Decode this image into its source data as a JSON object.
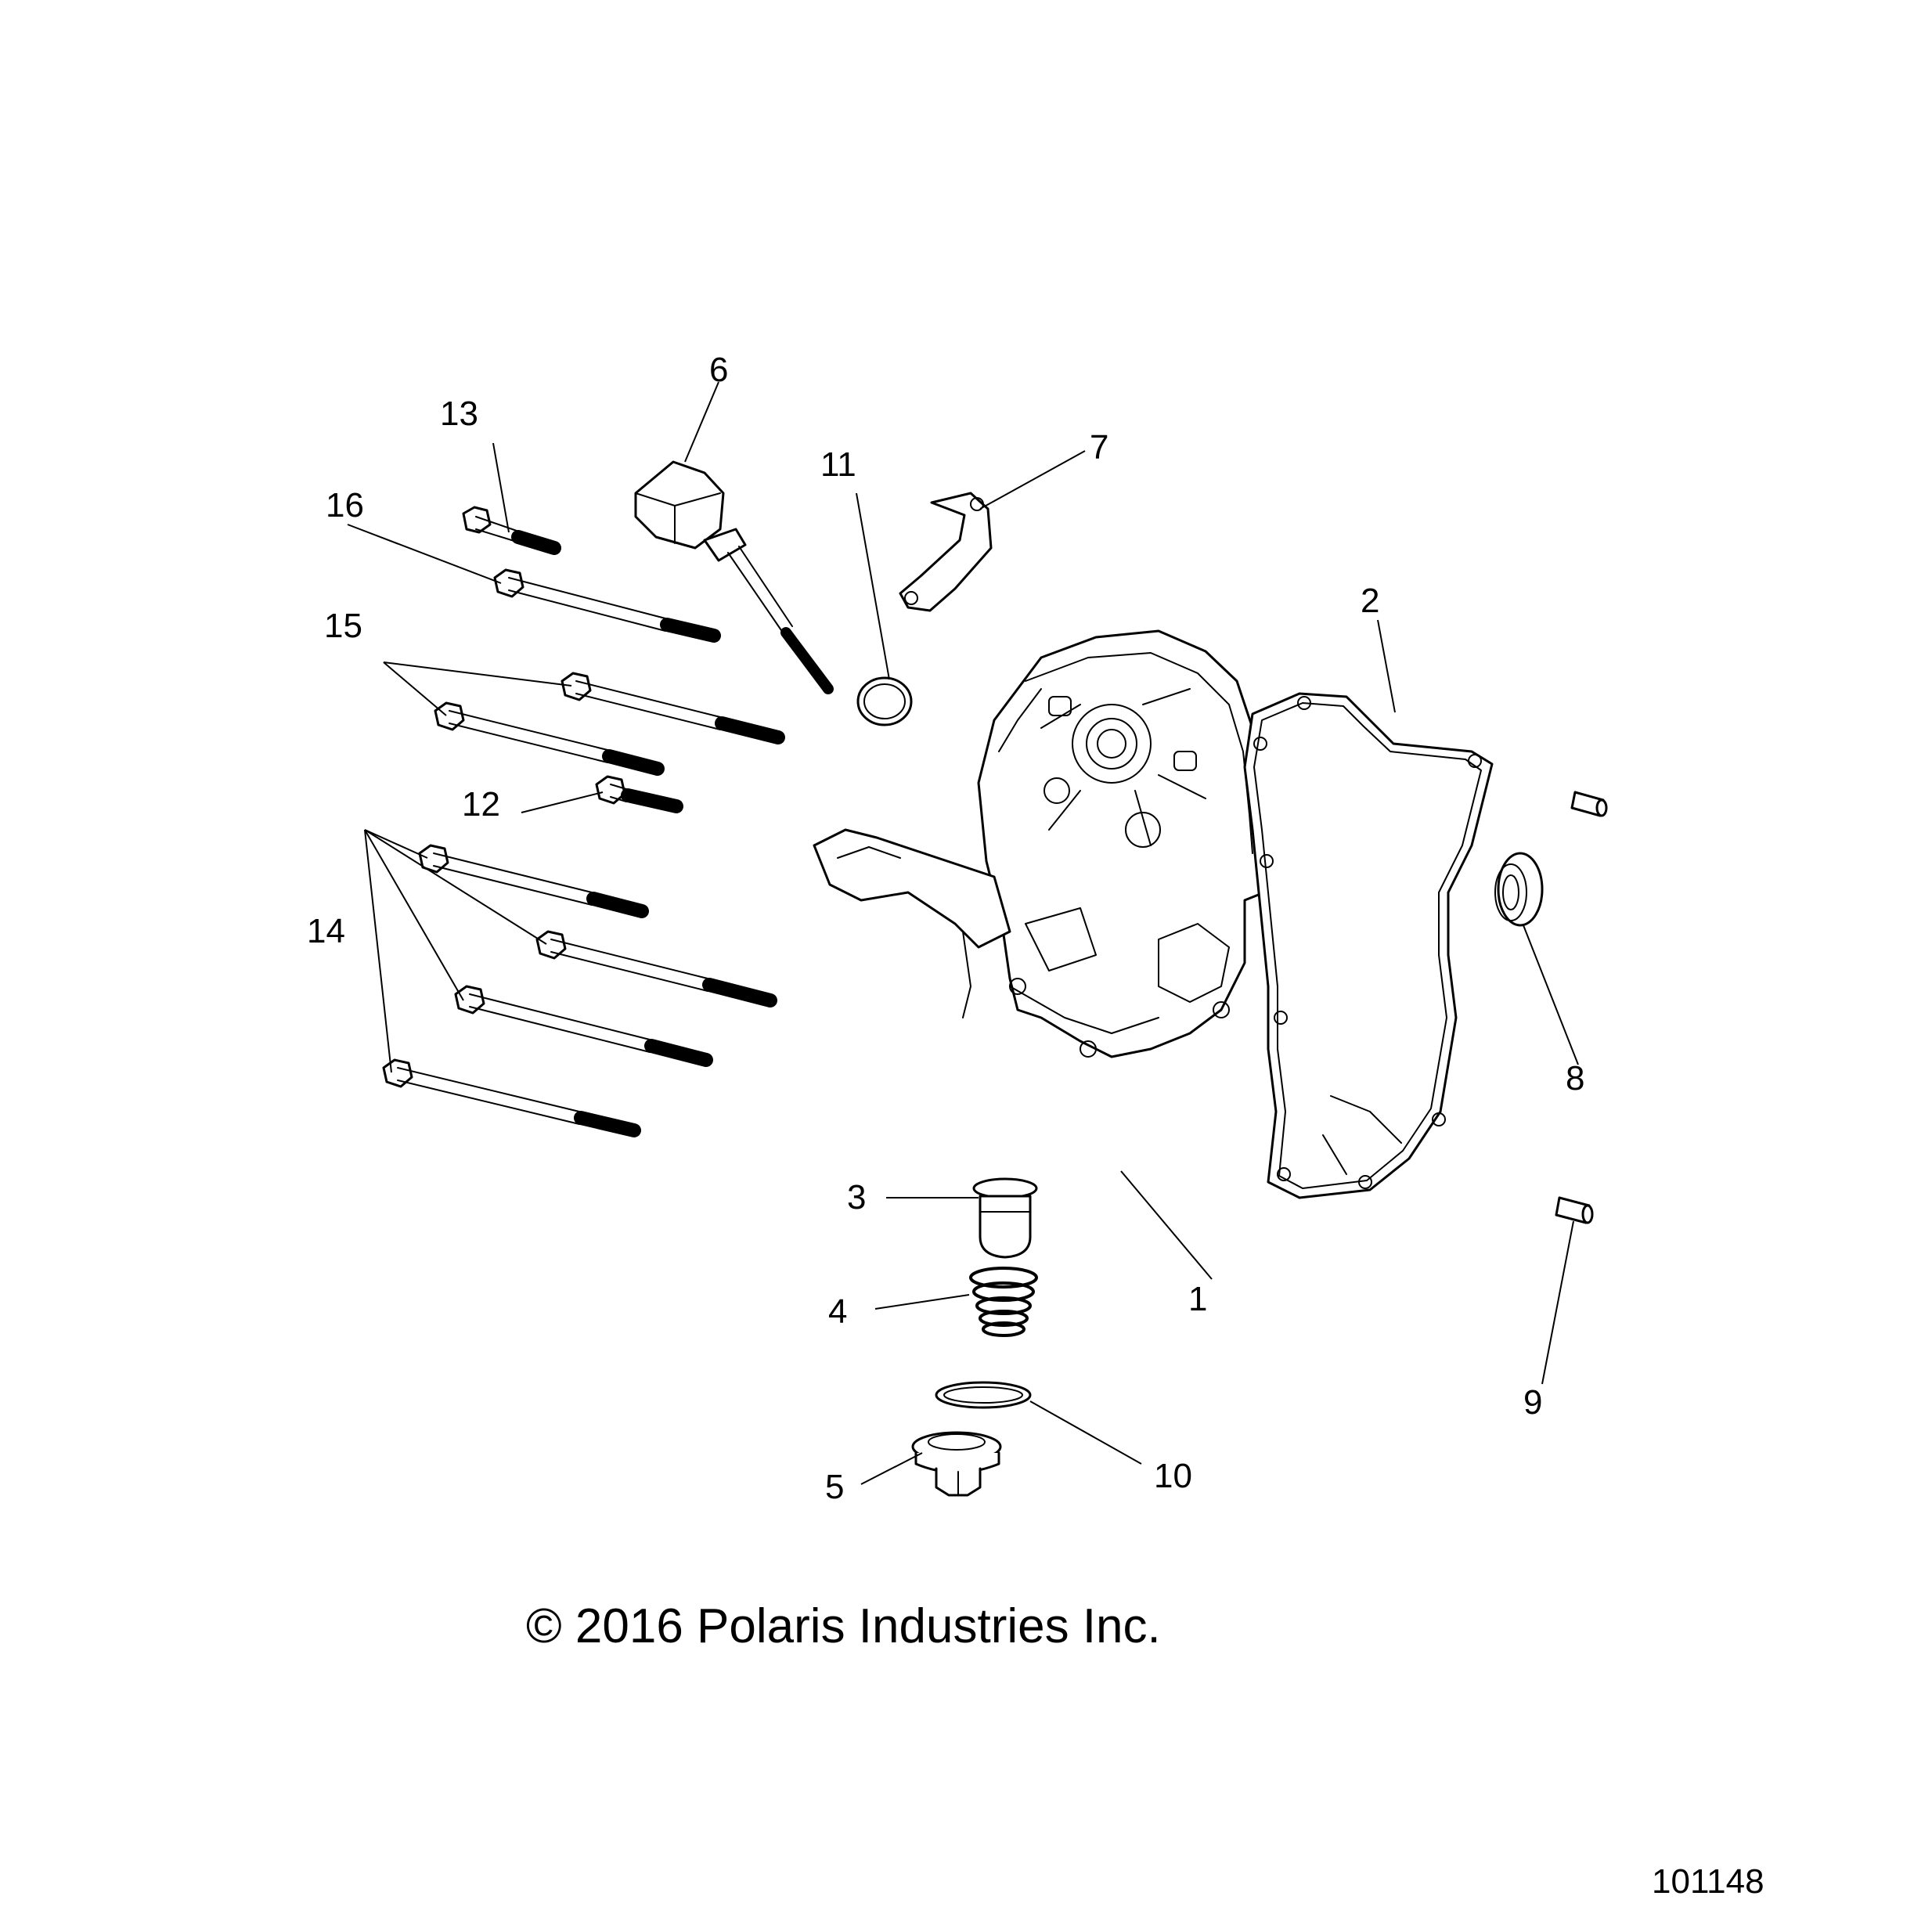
{
  "callouts": {
    "c1": "1",
    "c2": "2",
    "c3": "3",
    "c4": "4",
    "c5": "5",
    "c6": "6",
    "c7": "7",
    "c8": "8",
    "c9": "9",
    "c10": "10",
    "c11": "11",
    "c12": "12",
    "c13": "13",
    "c14": "14",
    "c15": "15",
    "c16": "16"
  },
  "copyright": "© 2016 Polaris Industries Inc.",
  "figure_number": "101148"
}
